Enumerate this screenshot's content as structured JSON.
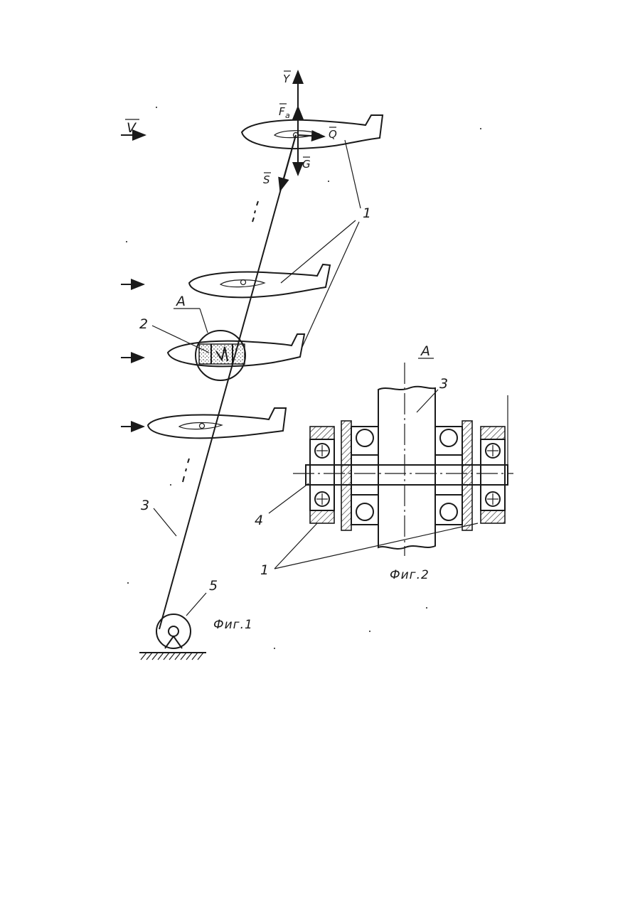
{
  "figure1": {
    "caption": "Фиг.1",
    "vectors": {
      "velocity": "V",
      "lift": "Y",
      "aero_force": "F",
      "aero_force_sub": "a",
      "drag": "Q",
      "weight": "G",
      "tension": "S"
    },
    "callouts": {
      "vehicle": "1",
      "sensor": "2",
      "cable": "3",
      "winch": "5",
      "detail_view": "A"
    }
  },
  "figure2": {
    "caption": "Фиг.2",
    "view_label": "A",
    "callouts": {
      "cable": "3",
      "axle": "4",
      "bearings": "1"
    }
  },
  "ink_color": "#1a1a1a",
  "paper_color": "#ffffff"
}
